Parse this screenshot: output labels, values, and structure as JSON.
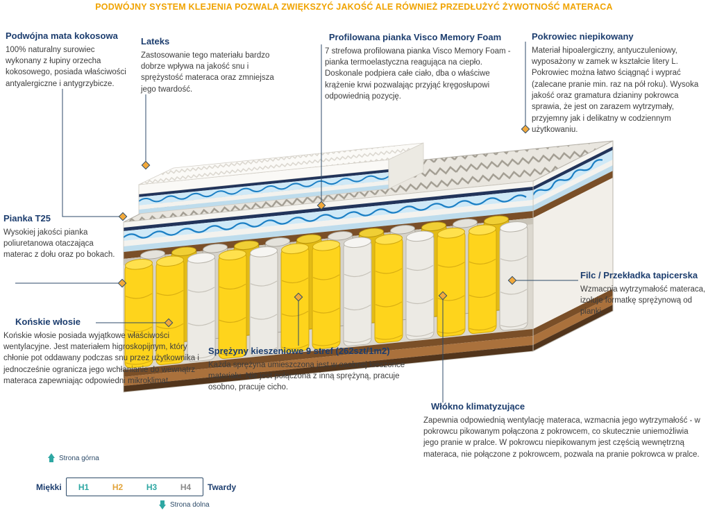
{
  "banner": "PODWÓJNY SYSTEM KLEJENIA POZWALA ZWIĘKSZYĆ JAKOŚĆ ALE RÓWNIEŻ PRZEDŁUŻYĆ ŻYWOTNOŚĆ MATERACA",
  "callouts": {
    "mata_kokosowa": {
      "title": "Podwójna mata kokosowa",
      "body": "100% naturalny surowiec wykonany z łupiny orzecha kokosowego, posiada właściwości antyalergiczne i antygrzybicze."
    },
    "lateks": {
      "title": "Lateks",
      "body": "Zastosowanie tego materiału bardzo dobrze wpływa na jakość snu i sprężystość materaca oraz zmniejsza jego twardość."
    },
    "visco": {
      "title": "Profilowana pianka Visco Memory Foam",
      "body": "7 strefowa profilowana pianka Visco Memory Foam - pianka termoelastyczna reagująca na ciepło. Doskonale podpiera całe ciało, dba o właściwe krążenie krwi pozwalając przyjąć kręgosłupowi odpowiednią pozycję."
    },
    "pokrowiec": {
      "title": "Pokrowiec niepikowany",
      "body": "Materiał hipoalergiczny, antyuczuleniowy, wyposażony w zamek w kształcie litery L. Pokrowiec można łatwo ściągnąć i wyprać (zalecane pranie min. raz na pół roku). Wysoka jakość oraz gramatura dzianiny pokrowca sprawia, że jest on zarazem wytrzymały, przyjemny jak i delikatny w codziennym użytkowaniu."
    },
    "pianka_t25": {
      "title": "Pianka T25",
      "body": "Wysokiej jakości pianka poliuretanowa otaczająca materac z dołu oraz po bokach."
    },
    "filc": {
      "title": "Filc / Przekładka tapicerska",
      "body": "Wzmacnia wytrzymałość materaca, izoluje formatkę sprężynową od pianki."
    },
    "konskie_wlosie": {
      "title": "Końskie włosie",
      "body": "Końskie włosie posiada wyjątkowe właściwości wentylacyjne. Jest materiałem higroskopijnym, który chłonie pot oddawany podczas snu przez użytkownika i jednocześnie ogranicza jego wchłanianie do wewnątrz materaca zapewniając odpowiedni mikroklimat."
    },
    "sprezyny": {
      "title": "Sprężyny kieszeniowe 9 stref (262szt/1m2)",
      "body": "Każda sprężyna umieszczona jest w osobnej kieszonce materiału. Nie jest połączona z inną sprężyną, pracuje osobno, pracuje cicho."
    },
    "wlokno": {
      "title": "Włókno klimatyzujące",
      "body": "Zapewnia odpowiednią wentylację materaca, wzmacnia jego wytrzymałość - w pokrowcu pikowanym połączona z pokrowcem, co skutecznie uniemożliwia jego pranie w pralce. W pokrowcu niepikowanym jest częścią wewnętrzną materaca, nie połączone z pokrowcem, pozwala na pranie pokrowca w pralce."
    }
  },
  "scale": {
    "top_side": "Strona górna",
    "bottom_side": "Strona dolna",
    "soft": "Miękki",
    "hard": "Twardy",
    "levels": [
      {
        "label": "H1",
        "color": "#2ea7a3"
      },
      {
        "label": "H2",
        "color": "#e2a43b"
      },
      {
        "label": "H3",
        "color": "#2ea7a3"
      },
      {
        "label": "H4",
        "color": "#8a8a8a"
      }
    ]
  },
  "colors": {
    "banner_orange": "#f0a300",
    "heading_navy": "#1c3d6e",
    "teal_accent": "#2ea7a3",
    "marker_diamond": "#f2a93b",
    "spring_yellow": "#fed41c",
    "coconut_brown": "#7a4f28",
    "wave_blue": "#1b7fc4"
  }
}
